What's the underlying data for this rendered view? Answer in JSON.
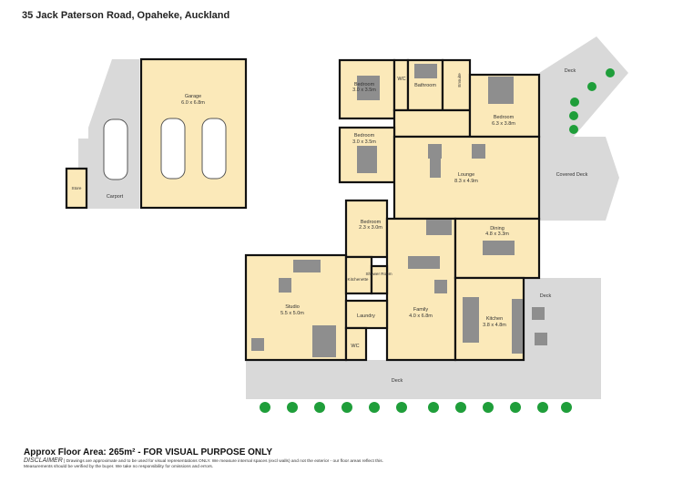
{
  "title": "35 Jack Paterson Road, Opaheke, Auckland",
  "rooms": {
    "garage": {
      "name": "Garage",
      "size": "6.0 x 6.8m"
    },
    "carport": {
      "name": "Carport"
    },
    "store": {
      "name": "Store"
    },
    "bedroom1": {
      "name": "Bedroom",
      "size": "3.0 x 3.5m"
    },
    "bedroom2": {
      "name": "Bedroom",
      "size": "3.0 x 3.5m"
    },
    "wc1": {
      "name": "WC"
    },
    "bathroom": {
      "name": "Bathroom"
    },
    "ensuite": {
      "name": "Ensuite"
    },
    "master": {
      "name": "Bedroom",
      "size": "6.3 x 3.8m"
    },
    "deck_top": {
      "name": "Deck"
    },
    "covered_deck": {
      "name": "Covered Deck"
    },
    "lounge": {
      "name": "Lounge",
      "size": "8.3 x 4.9m"
    },
    "bedroom3": {
      "name": "Bedroom",
      "size": "2.3 x 3.0m"
    },
    "dining": {
      "name": "Dining",
      "size": "4.8 x 3.3m"
    },
    "deck_right": {
      "name": "Deck"
    },
    "studio": {
      "name": "Studio",
      "size": "5.5 x 5.0m"
    },
    "kitchenette": {
      "name": "Kitchenette"
    },
    "shower": {
      "name": "Shower Room"
    },
    "laundry": {
      "name": "Laundry"
    },
    "wc2": {
      "name": "WC"
    },
    "family": {
      "name": "Family",
      "size": "4.0 x 6.8m"
    },
    "kitchen": {
      "name": "Kitchen",
      "size": "3.8 x 4.8m"
    },
    "deck_bottom": {
      "name": "Deck"
    }
  },
  "footer": {
    "area": "Approx Floor Area: 265m² - FOR VISUAL PURPOSE ONLY",
    "disclaimer_label": "DISCLAIMER",
    "disclaimer_text": "| Drawings are approximate and to be used for visual representations ONLY. We measure internal spaces (excl walls) and not the exterior - our floor areas reflect this.",
    "disclaimer_text2": "Measurements should be verified by the buyer. We take no responsibility for omissions and errors."
  },
  "colors": {
    "room": "#fbe9b9",
    "deck": "#d9d9d9",
    "wall": "#111111",
    "tree": "#1f9e3a"
  }
}
